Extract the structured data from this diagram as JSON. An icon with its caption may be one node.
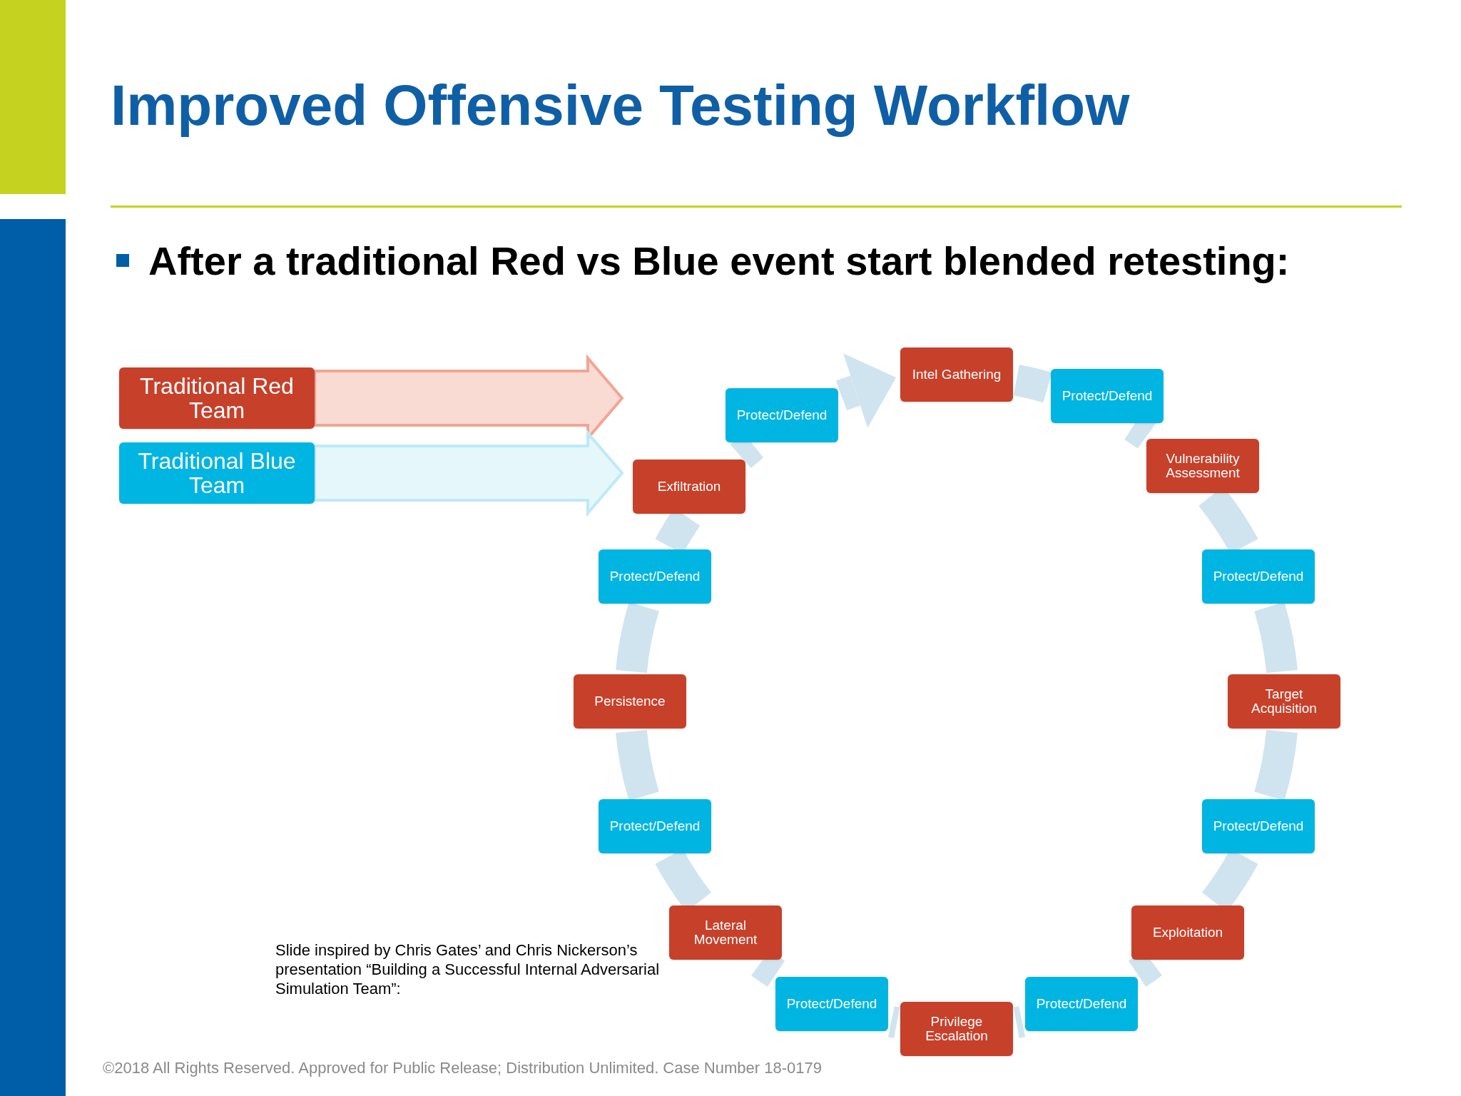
{
  "diagram": {
    "title": "Improved Offensive Testing Workflow",
    "nodes": [
      {
        "text": [
          "Traditional Red Team"
        ]
      },
      {
        "text": [
          "Traditional Blue Team"
        ]
      },
      {
        "text": [
          "Intel Gathering"
        ]
      },
      {
        "text": [
          "Protect/Defend"
        ]
      },
      {
        "text": [
          "Vulnerability Assessment"
        ]
      },
      {
        "text": [
          "Protect/Defend"
        ]
      },
      {
        "text": [
          "Target Acquisition"
        ]
      },
      {
        "text": [
          "Protect/Defend"
        ]
      },
      {
        "text": [
          "Exploitation"
        ]
      },
      {
        "text": [
          "Protect/Defend"
        ]
      },
      {
        "text": [
          "Privilege Escalation"
        ]
      },
      {
        "text": [
          "Protect/Defend"
        ]
      },
      {
        "text": [
          "Lateral Movement"
        ]
      },
      {
        "text": [
          "Protect/Defend"
        ]
      },
      {
        "text": [
          "Persistence"
        ]
      },
      {
        "text": [
          "Protect/Defend"
        ]
      },
      {
        "text": [
          "Exfiltration"
        ]
      },
      {
        "text": [
          "Protect/Defend"
        ]
      }
    ],
    "edges": [
      {
        "from": 0,
        "to": null,
        "arrow": "to",
        "color": "#f2a593"
      },
      {
        "from": 1,
        "to": null,
        "arrow": "to",
        "color": "#bdeaf6"
      },
      {
        "from": 2,
        "to": 3,
        "arrow": "none"
      },
      {
        "from": 3,
        "to": 4,
        "arrow": "none"
      },
      {
        "from": 4,
        "to": 5,
        "arrow": "none"
      },
      {
        "from": 5,
        "to": 6,
        "arrow": "none"
      },
      {
        "from": 6,
        "to": 7,
        "arrow": "none"
      },
      {
        "from": 7,
        "to": 8,
        "arrow": "none"
      },
      {
        "from": 8,
        "to": 9,
        "arrow": "none"
      },
      {
        "from": 9,
        "to": 10,
        "arrow": "none"
      },
      {
        "from": 10,
        "to": 11,
        "arrow": "none"
      },
      {
        "from": 11,
        "to": 12,
        "arrow": "none"
      },
      {
        "from": 12,
        "to": 13,
        "arrow": "none"
      },
      {
        "from": 13,
        "to": 14,
        "arrow": "none"
      },
      {
        "from": 14,
        "to": 15,
        "arrow": "none"
      },
      {
        "from": 15,
        "to": 16,
        "arrow": "none"
      },
      {
        "from": 16,
        "to": 17,
        "arrow": "none"
      },
      {
        "from": 17,
        "to": 2,
        "arrow": "to"
      }
    ],
    "labels": [
      "After a traditional Red vs Blue event start blended retesting:",
      "Slide inspired by Chris Gates’ and Chris Nickerson’s presentation “Building a Successful Internal Adversarial Simulation Team”:",
      "©2018 All Rights Reserved. Approved for Public Release; Distribution Unlimited. Case Number 18-0179"
    ]
  }
}
